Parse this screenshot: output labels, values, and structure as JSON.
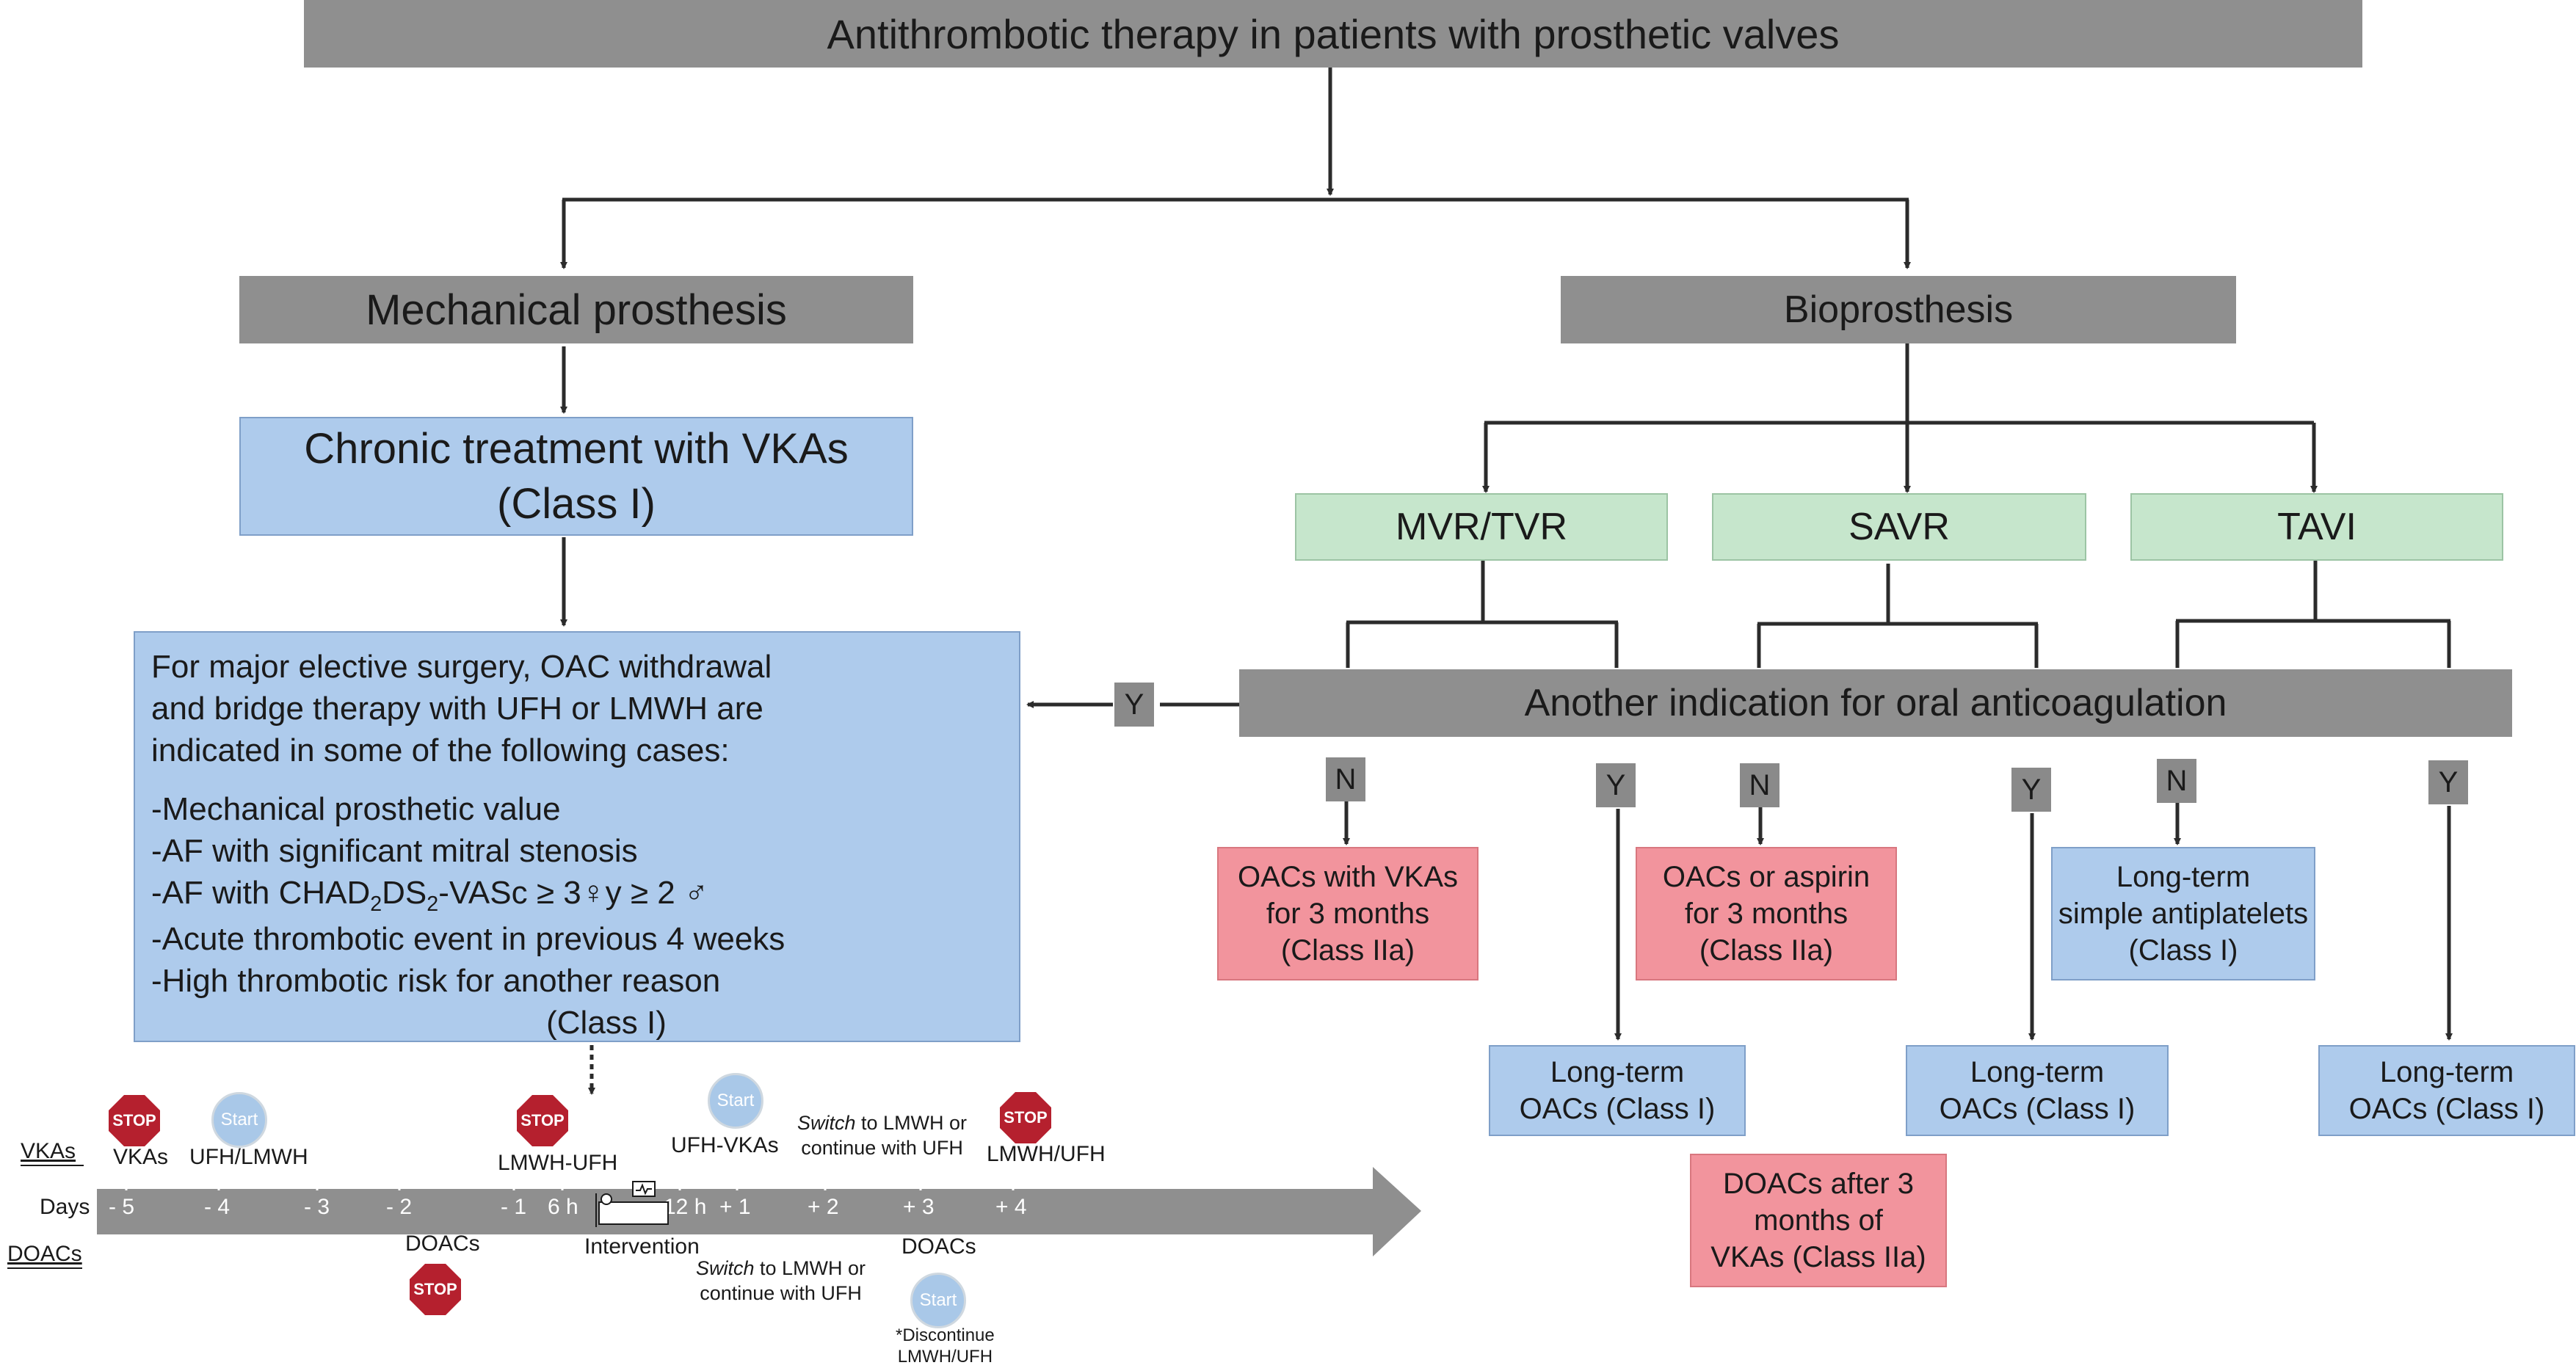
{
  "title": "Antithrombotic therapy in patients with prosthetic valves",
  "mechanical": {
    "label": "Mechanical prosthesis",
    "chronic_line1": "Chronic treatment with VKAs",
    "chronic_line2": "(Class I)"
  },
  "bridge": {
    "intro1": "For major elective surgery, OAC withdrawal",
    "intro2": "and bridge therapy with UFH or LMWH are",
    "intro3": "indicated in some of the following cases:",
    "case1": "-Mechanical prosthetic value",
    "case2": "-AF with significant mitral stenosis",
    "case3_pre": "-AF with CHAD",
    "case3_sub1": "2",
    "case3_mid": "DS",
    "case3_sub2": "2",
    "case3_post": "-VASc ≥ 3♀y ≥ 2 ♂",
    "case4": "-Acute thrombotic event in previous 4 weeks",
    "case5": "-High thrombotic risk for another reason",
    "class": "(Class I)"
  },
  "bio": {
    "label": "Bioprosthesis",
    "mvr": "MVR/TVR",
    "savr": "SAVR",
    "tavi": "TAVI",
    "another": "Another indication for oral anticoagulation"
  },
  "tags": {
    "yes": "Y",
    "no": "N"
  },
  "outcomes": {
    "mvr_n": [
      "OACs with VKAs",
      "for 3 months",
      "(Class IIa)"
    ],
    "savr_n": [
      "OACs or aspirin",
      "for 3 months",
      "(Class IIa)"
    ],
    "tavi_n": [
      "Long-term",
      "simple antiplatelets",
      "(Class I)"
    ],
    "longterm": [
      "Long-term",
      "OACs (Class I)"
    ],
    "doacs": [
      "DOACs after 3",
      "months of",
      "VKAs (Class IIa)"
    ]
  },
  "timeline": {
    "vkas_label": "VKAs",
    "days_label": "Days",
    "doacs_label": "DOACs",
    "days": [
      "- 5",
      "- 4",
      "- 3",
      "- 2",
      "- 1",
      "6 h",
      "12 h",
      "+ 1",
      "+ 2",
      "+ 3",
      "+ 4"
    ],
    "stop": "STOP",
    "start": "Start",
    "vkas_stop": "VKAs",
    "ufh_lmwh_start": "UFH/LMWH",
    "lmwh_ufh_stop": "LMWH-UFH",
    "ufh_vkas_start": "UFH-VKAs",
    "switch_top_em": "Switch",
    "switch_top_rest1": " to LMWH or",
    "switch_top_rest2": "continue with UFH",
    "lmwh_ufh_stop2": "LMWH/UFH",
    "doacs_stop": "DOACs",
    "intervention": "Intervention",
    "switch_bot_em": "Switch",
    "switch_bot_rest1": " to LMWH or",
    "switch_bot_rest2": "continue with UFH",
    "doacs_start": "DOACs",
    "discontinue1": "*Discontinue",
    "discontinue2": "LMWH/UFH"
  }
}
